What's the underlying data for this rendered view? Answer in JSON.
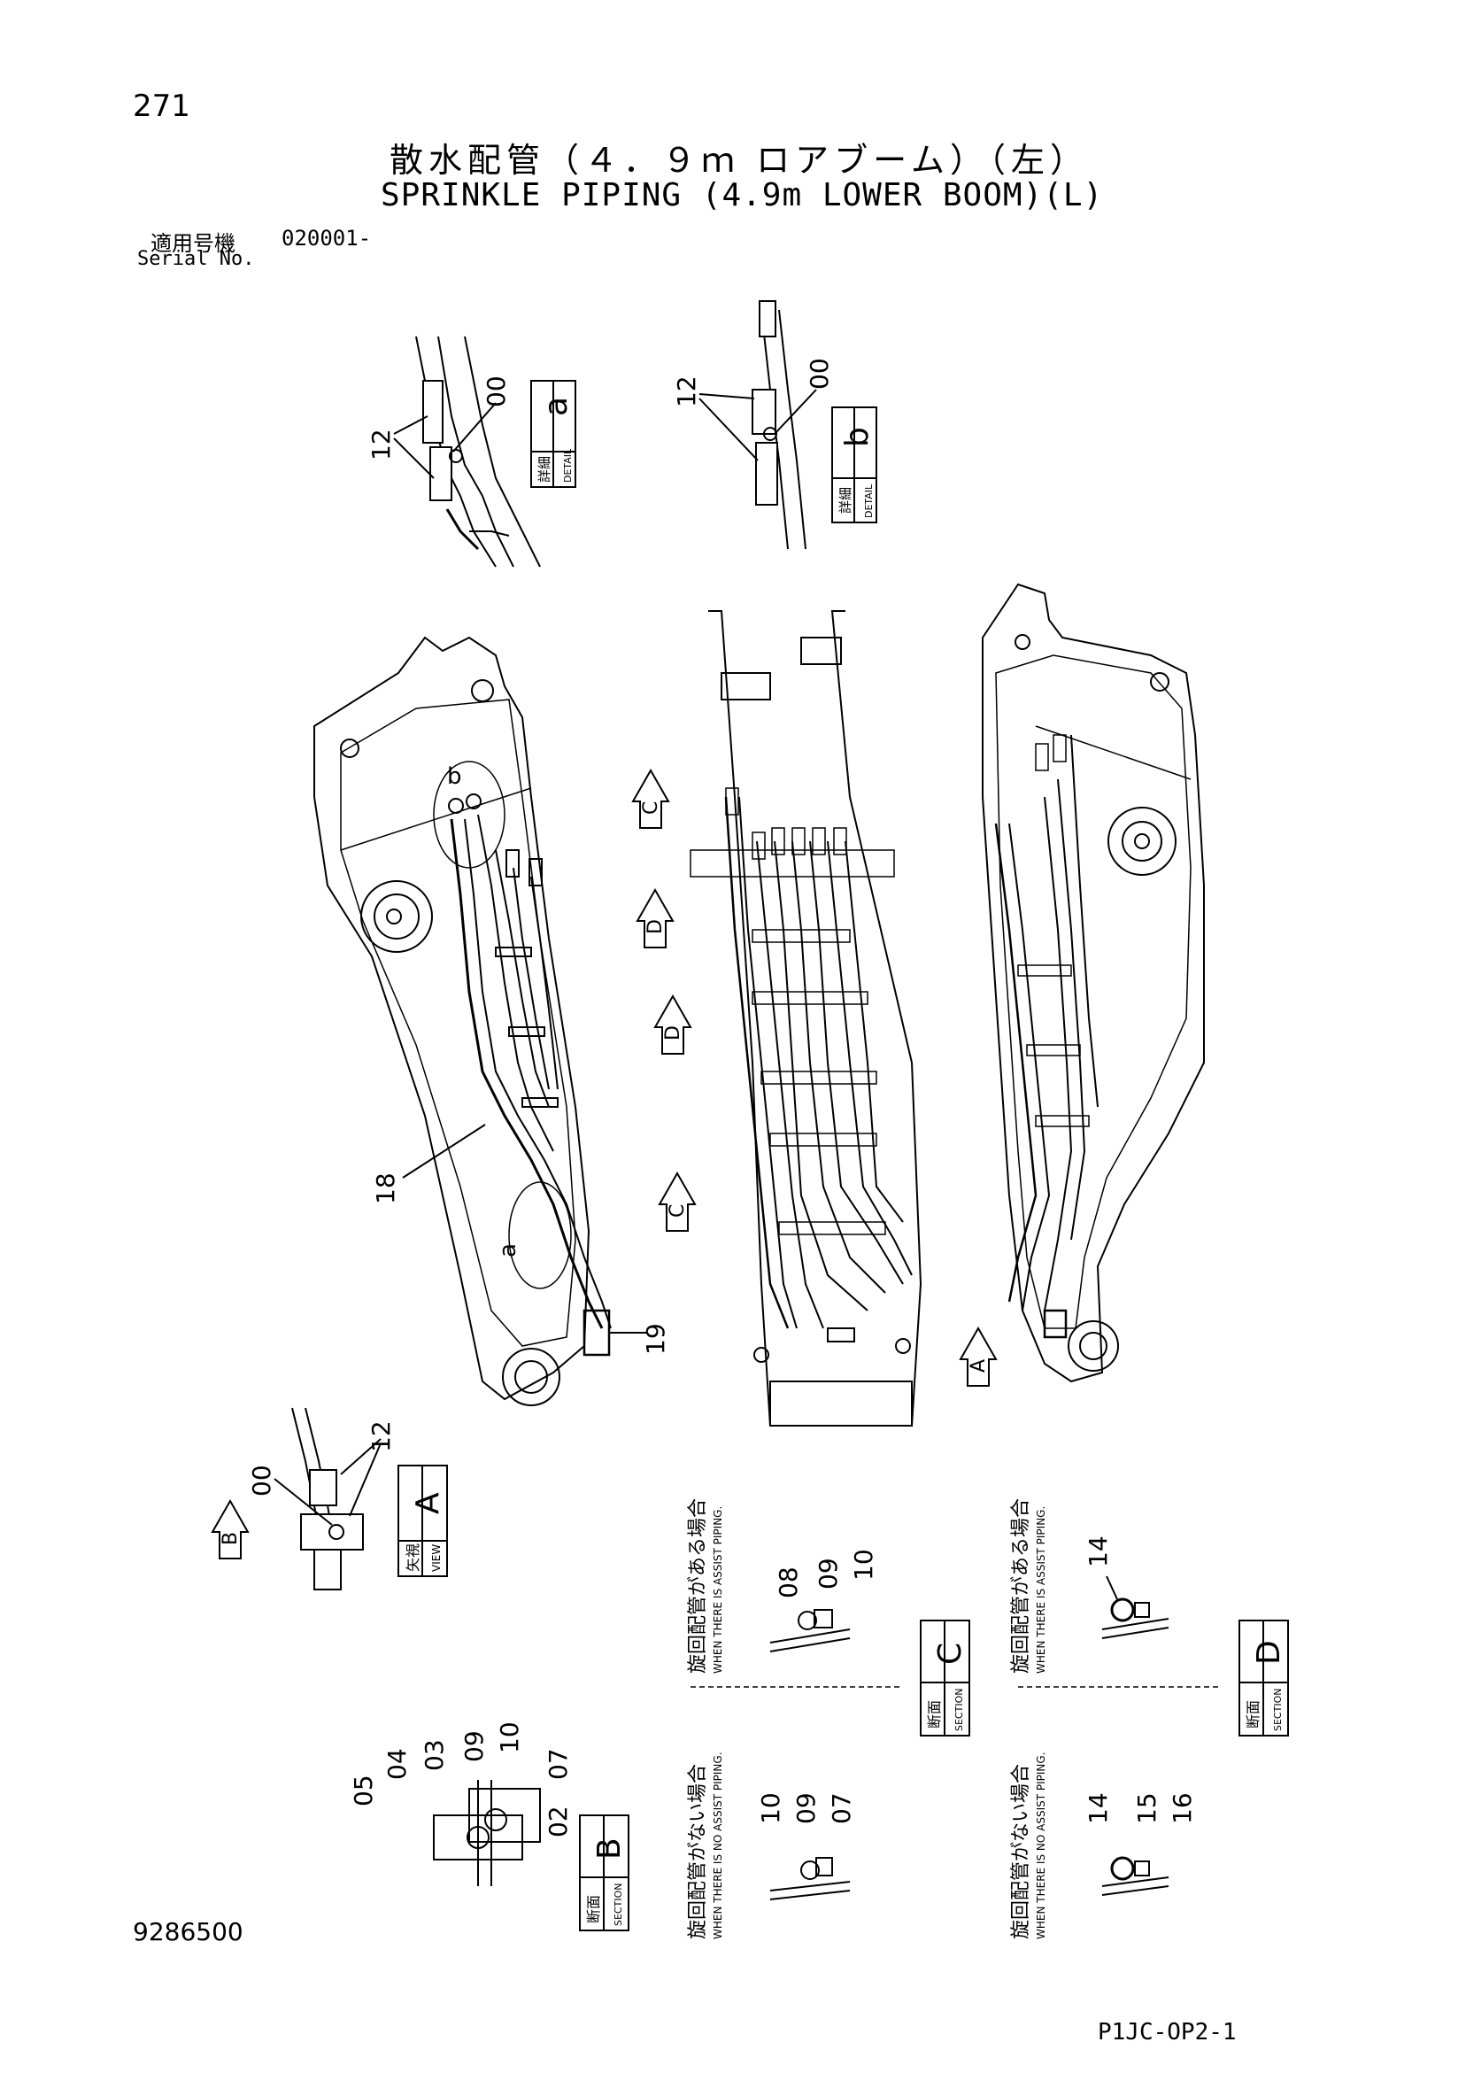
{
  "page": {
    "number": "271",
    "title_jp": "散水配管（４．９ｍ ロアブーム）（左）",
    "title_en": "SPRINKLE PIPING (4.9m LOWER BOOM)(L)",
    "serial_label_jp": "適用号機",
    "serial_value": "020001-",
    "serial_label_en": "Serial No.",
    "drawing_number": "9286500",
    "sheet_id": "P1JC-OP2-1"
  },
  "boxes": {
    "detail_a": {
      "jp": "詳細",
      "en": "DETAIL",
      "letter": "a"
    },
    "detail_b": {
      "jp": "詳細",
      "en": "DETAIL",
      "letter": "b"
    },
    "view_a": {
      "jp": "矢視",
      "en": "VIEW",
      "letter": "A"
    },
    "section_b": {
      "jp": "断面",
      "en": "SECTION",
      "letter": "B"
    },
    "section_c": {
      "jp": "断面",
      "en": "SECTION",
      "letter": "C"
    },
    "section_d": {
      "jp": "断面",
      "en": "SECTION",
      "letter": "D"
    }
  },
  "notes": {
    "assist_jp": "旋回配管がある場合",
    "assist_en": "WHEN THERE IS ASSIST PIPING.",
    "no_assist_jp": "旋回配管がない場合",
    "no_assist_en": "WHEN THERE IS NO ASSIST PIPING."
  },
  "callouts": {
    "detail_a": [
      "12",
      "00"
    ],
    "detail_b": [
      "12",
      "00"
    ],
    "main": [
      "18",
      "19",
      "a",
      "b"
    ],
    "arrows": [
      "C",
      "D",
      "D",
      "C",
      "A",
      "B"
    ],
    "view_a": [
      "00",
      "12"
    ],
    "section_b": [
      "05",
      "04",
      "03",
      "09",
      "10",
      "07",
      "02"
    ],
    "section_c_assist": [
      "08",
      "09",
      "10"
    ],
    "section_c_no_assist": [
      "10",
      "09",
      "07"
    ],
    "section_d_assist": [
      "14"
    ],
    "section_d_no_assist": [
      "14",
      "15",
      "16"
    ]
  }
}
